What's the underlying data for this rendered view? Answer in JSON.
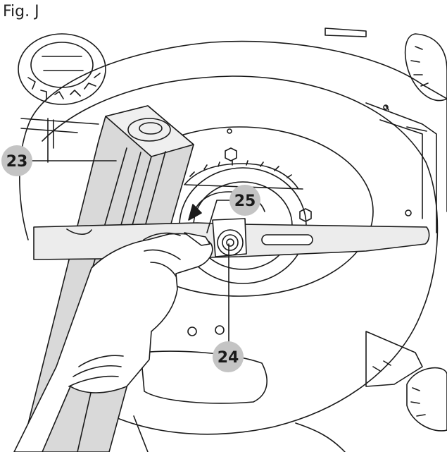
{
  "figure": {
    "title": "Fig. J"
  },
  "callouts": [
    {
      "id": "wood-block",
      "number": "23"
    },
    {
      "id": "rotation-direction",
      "number": "25"
    },
    {
      "id": "blade-bolt",
      "number": "24"
    }
  ],
  "colors": {
    "line": "#1a1a1a",
    "callout_fill": "#c4c4c4",
    "wood": "#d9d9d9"
  }
}
